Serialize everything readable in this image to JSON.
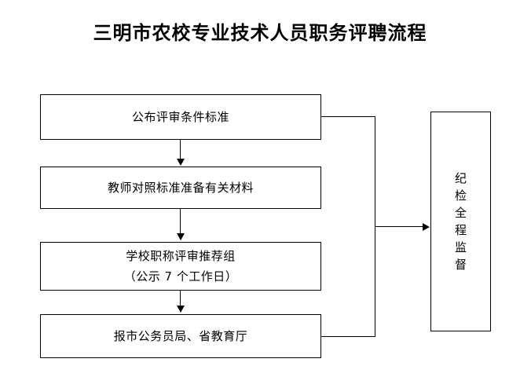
{
  "title": "三明市农校专业技术人员职务评聘流程",
  "flowchart": {
    "nodes": [
      {
        "id": "publish-criteria",
        "lines": [
          "公布评审条件标准"
        ]
      },
      {
        "id": "teacher-prepare",
        "lines": [
          "教师对照标准准备有关材料"
        ]
      },
      {
        "id": "school-review",
        "lines": [
          "学校职称评审推荐组",
          "（公示 7 个工作日）"
        ]
      },
      {
        "id": "submit-bureau",
        "lines": [
          "报市公务员局、省教育厅"
        ]
      }
    ],
    "supervision": {
      "id": "discipline-supervision",
      "text": "纪检全程监督",
      "chars": [
        "纪",
        "检",
        "全",
        "程",
        "监",
        "督"
      ]
    },
    "colors": {
      "background": "#ffffff",
      "stroke": "#000000",
      "text": "#000000",
      "box_fill": "#ffffff"
    }
  }
}
